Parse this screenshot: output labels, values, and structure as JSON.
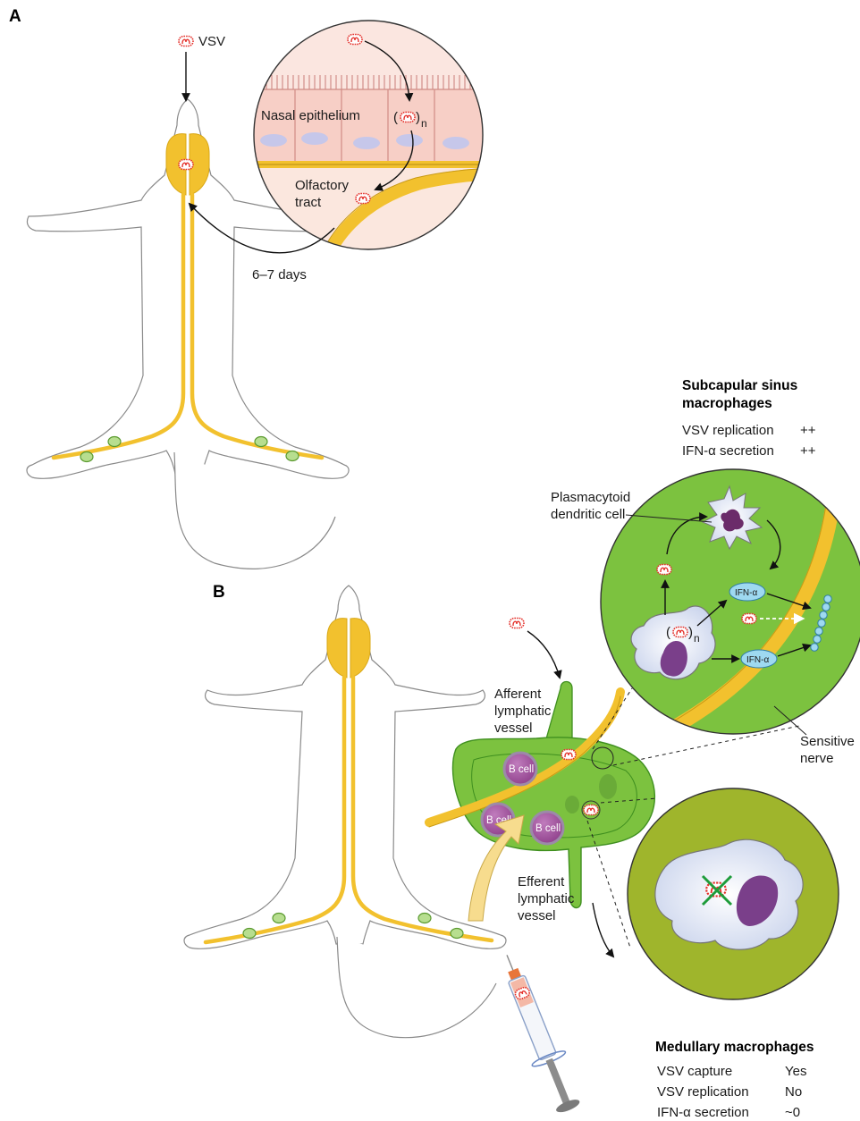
{
  "panel_labels": {
    "a": "A",
    "b": "B"
  },
  "panel_a": {
    "virus_label": "VSV",
    "epithelium_label": "Nasal epithelium",
    "replication_subscript": "n",
    "olfactory_label_line1": "Olfactory",
    "olfactory_label_line2": "tract",
    "time_label": "6–7 days"
  },
  "panel_b": {
    "afferent_label": [
      "Afferent",
      "lymphatic",
      "vessel"
    ],
    "efferent_label": [
      "Efferent",
      "lymphatic",
      "vessel"
    ],
    "b_cell_label": "B cell",
    "pdc_label": [
      "Plasmacytoid",
      "dendritic cell"
    ],
    "ifn_label": "IFN-α",
    "replication_subscript": "n",
    "nerve_label": [
      "Sensitive",
      "nerve"
    ]
  },
  "subcapsular": {
    "title_line1": "Subcapular sinus",
    "title_line2": "macrophages",
    "rows": [
      {
        "label": "VSV replication",
        "value": "++"
      },
      {
        "label": "IFN-α secretion",
        "value": "++"
      }
    ]
  },
  "medullary": {
    "title": "Medullary macrophages",
    "rows": [
      {
        "label": "VSV capture",
        "value": "Yes"
      },
      {
        "label": "VSV replication",
        "value": "No"
      },
      {
        "label": "IFN-α secretion",
        "value": "~0"
      }
    ]
  },
  "colors": {
    "nerve": "#f2c12e",
    "node_green": "#7cc23f",
    "dark_green": "#3f8f1f",
    "olive": "#9fb52c",
    "epithelium": "#f7cfc6",
    "b_cell": "#a0559c",
    "virus": "#e4312b",
    "ifn": "#9ed9f0"
  }
}
